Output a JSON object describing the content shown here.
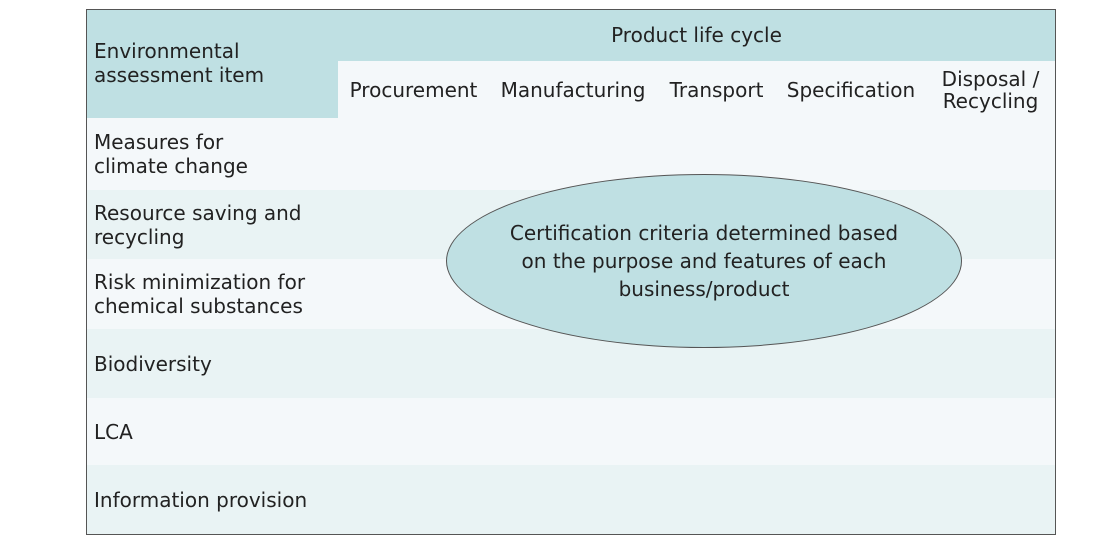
{
  "header": {
    "item_label": "Environmental assessment item",
    "lifecycle_label": "Product life cycle",
    "stages": [
      "Procurement",
      "Manufacturing",
      "Transport",
      "Specification",
      "Disposal / Recycling"
    ]
  },
  "rows": [
    "Measures for climate change",
    "Resource saving and recycling",
    "Risk minimization for chemical substances",
    "Biodiversity",
    "LCA",
    "Information provision"
  ],
  "ellipse_text": "Certification criteria determined based on the purpose and features of each business/product",
  "colors": {
    "header_fill": "#bfe0e3",
    "row_fill_light": "#f4f8fa",
    "row_fill_tint": "#e9f3f4",
    "ellipse_fill": "#bfe0e3",
    "border": "#555555"
  }
}
